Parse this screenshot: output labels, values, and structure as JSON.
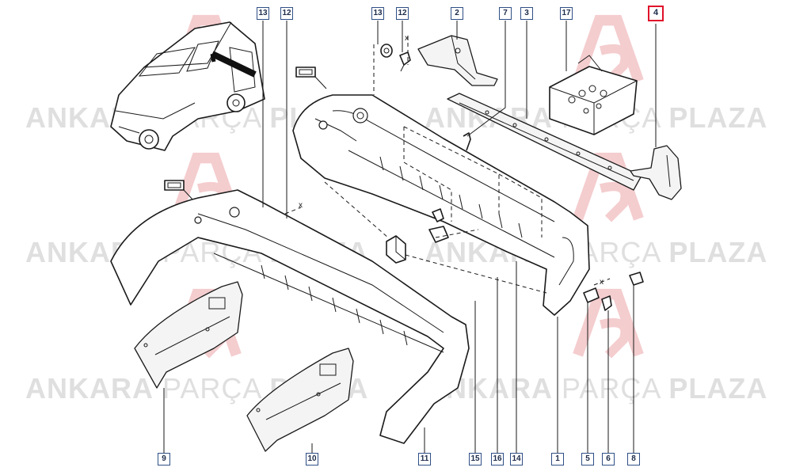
{
  "watermark": {
    "word1": "ANKARA",
    "word2": "PARÇA",
    "word3": "PLAZA",
    "color": "#c6c6c6",
    "logo_color": "#d21f2b"
  },
  "callouts": [
    {
      "id": "callout-13-top",
      "label": "13"
    },
    {
      "id": "callout-12-top",
      "label": "12"
    },
    {
      "id": "callout-13-mid",
      "label": "13"
    },
    {
      "id": "callout-12-mid",
      "label": "12"
    },
    {
      "id": "callout-2",
      "label": "2"
    },
    {
      "id": "callout-7",
      "label": "7"
    },
    {
      "id": "callout-3",
      "label": "3"
    },
    {
      "id": "callout-17",
      "label": "17"
    },
    {
      "id": "callout-4",
      "label": "4",
      "highlighted": true
    },
    {
      "id": "callout-9",
      "label": "9"
    },
    {
      "id": "callout-10",
      "label": "10"
    },
    {
      "id": "callout-11",
      "label": "11"
    },
    {
      "id": "callout-15",
      "label": "15"
    },
    {
      "id": "callout-16",
      "label": "16"
    },
    {
      "id": "callout-14",
      "label": "14"
    },
    {
      "id": "callout-1",
      "label": "1"
    },
    {
      "id": "callout-5",
      "label": "5"
    },
    {
      "id": "callout-6",
      "label": "6"
    },
    {
      "id": "callout-8",
      "label": "8"
    }
  ],
  "x_marks": {
    "top": "x",
    "mid": "x",
    "right": "x"
  },
  "highlight_color": "#e0102a",
  "callout_border_color": "#2f4f86"
}
